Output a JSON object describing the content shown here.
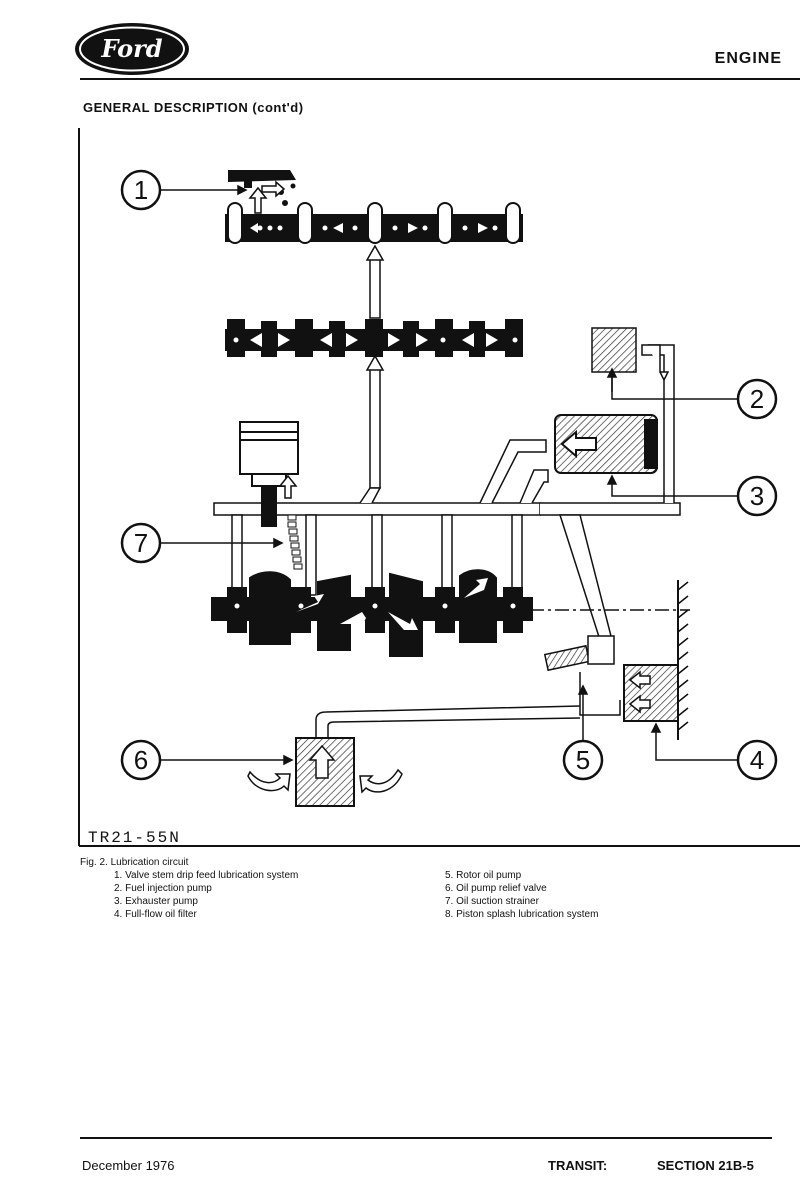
{
  "header": {
    "brand": "Ford",
    "section": "ENGINE",
    "subtitle": "GENERAL DESCRIPTION (cont'd)"
  },
  "figure": {
    "ref_code": "TR21-55N",
    "callouts": [
      "1",
      "2",
      "3",
      "4",
      "5",
      "6",
      "7"
    ]
  },
  "caption": {
    "title": "Fig. 2. Lubrication circuit",
    "items": [
      "1. Valve stem drip feed lubrication system",
      "2. Fuel injection pump",
      "3. Exhauster pump",
      "4. Full-flow oil filter",
      "5. Rotor oil pump",
      "6. Oil pump relief valve",
      "7. Oil suction strainer",
      "8. Piston splash lubrication system"
    ]
  },
  "footer": {
    "date": "December 1976",
    "model": "TRANSIT:",
    "section": "SECTION 21B-5"
  }
}
